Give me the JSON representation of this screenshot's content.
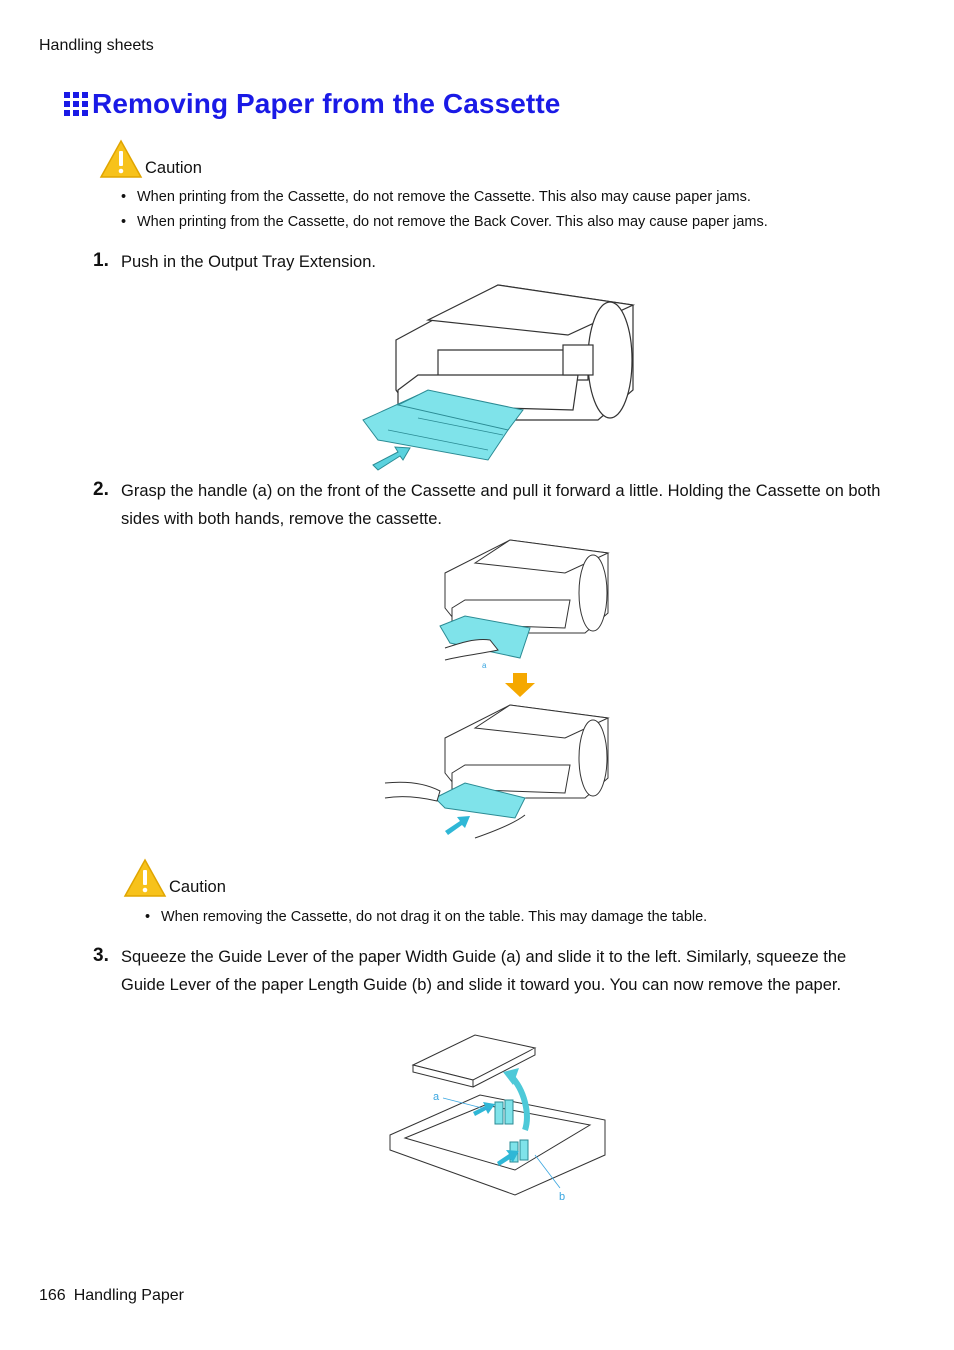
{
  "header": {
    "section": "Handling sheets"
  },
  "title": "Removing Paper from the Cassette",
  "caution1": {
    "label": "Caution",
    "bullets": [
      "When printing from the Cassette, do not remove the Cassette.  This also may cause paper jams.",
      "When printing from the Cassette, do not remove the Back Cover.  This also may cause paper jams."
    ]
  },
  "steps": [
    {
      "num": "1.",
      "text": "Push in the Output Tray Extension."
    },
    {
      "num": "2.",
      "text": "Grasp the handle (a) on the front of the Cassette and pull it forward a little.  Holding the Cassette on both sides with both hands, remove the cassette."
    },
    {
      "num": "3.",
      "text": "Squeeze the Guide Lever of the paper Width Guide (a) and slide it to the left.  Similarly, squeeze the Guide Lever of the paper Length Guide (b) and slide it toward you.  You can now remove the paper."
    }
  ],
  "caution2": {
    "label": "Caution",
    "bullets": [
      "When removing the Cassette, do not drag it on the table.  This may damage the table."
    ]
  },
  "figure_labels": {
    "handle": "a",
    "width_guide": "a",
    "length_guide": "b"
  },
  "footer": {
    "page": "166",
    "chapter": "Handling Paper"
  },
  "colors": {
    "title": "#1a1ae6",
    "highlight": "#7fe3ea",
    "arrow_orange": "#f5a800",
    "caution_yellow": "#f7c21b"
  },
  "icons": {
    "title": "grid-icon",
    "caution": "warning-triangle-icon"
  }
}
